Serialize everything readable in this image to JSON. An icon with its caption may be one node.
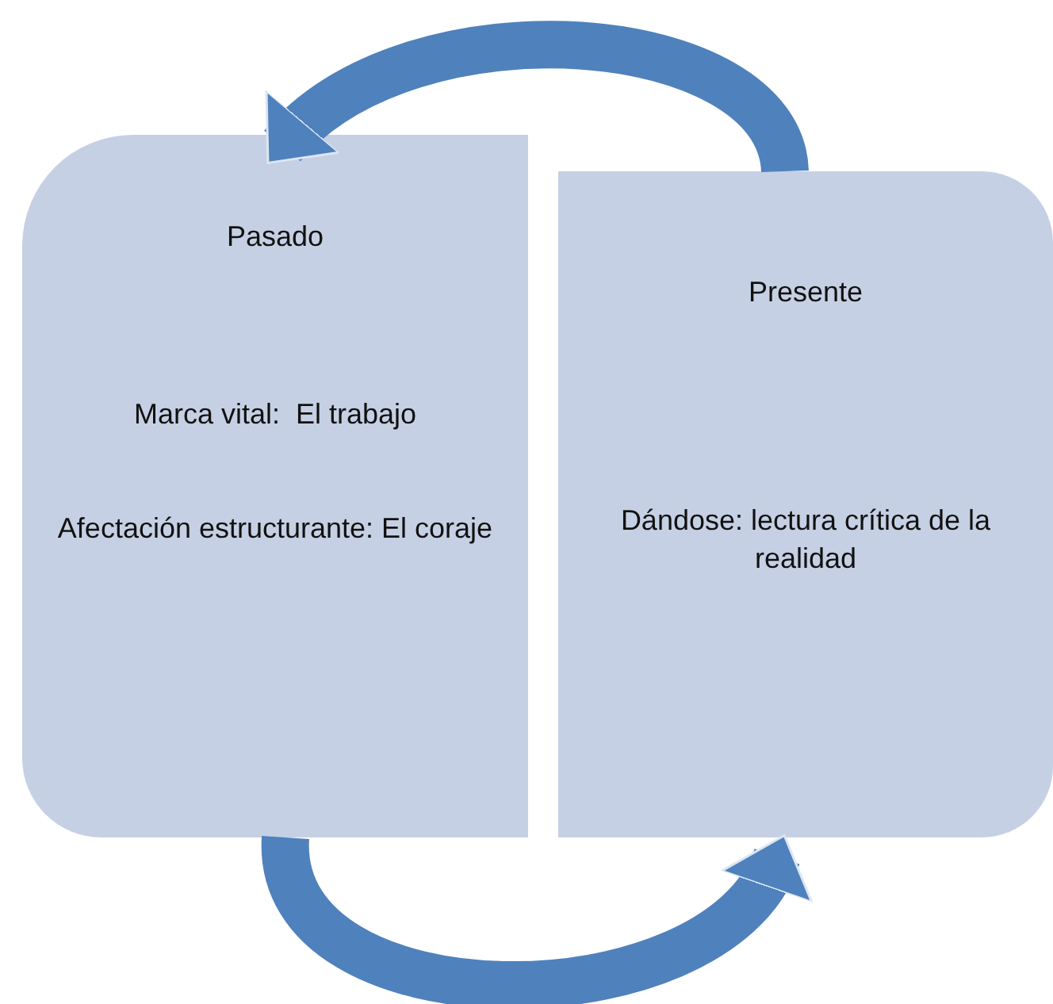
{
  "diagram": {
    "nodes": [
      {
        "text": [
          "Pasado",
          "Marca vital:  El trabajo",
          "Afectación estructurante: El coraje"
        ]
      },
      {
        "text": [
          "Presente",
          "Dándose: lectura crítica de la realidad"
        ]
      }
    ],
    "edges": [
      {
        "from": 1,
        "to": 0,
        "arrow": "to"
      },
      {
        "from": 0,
        "to": 1,
        "arrow": "to"
      }
    ]
  }
}
